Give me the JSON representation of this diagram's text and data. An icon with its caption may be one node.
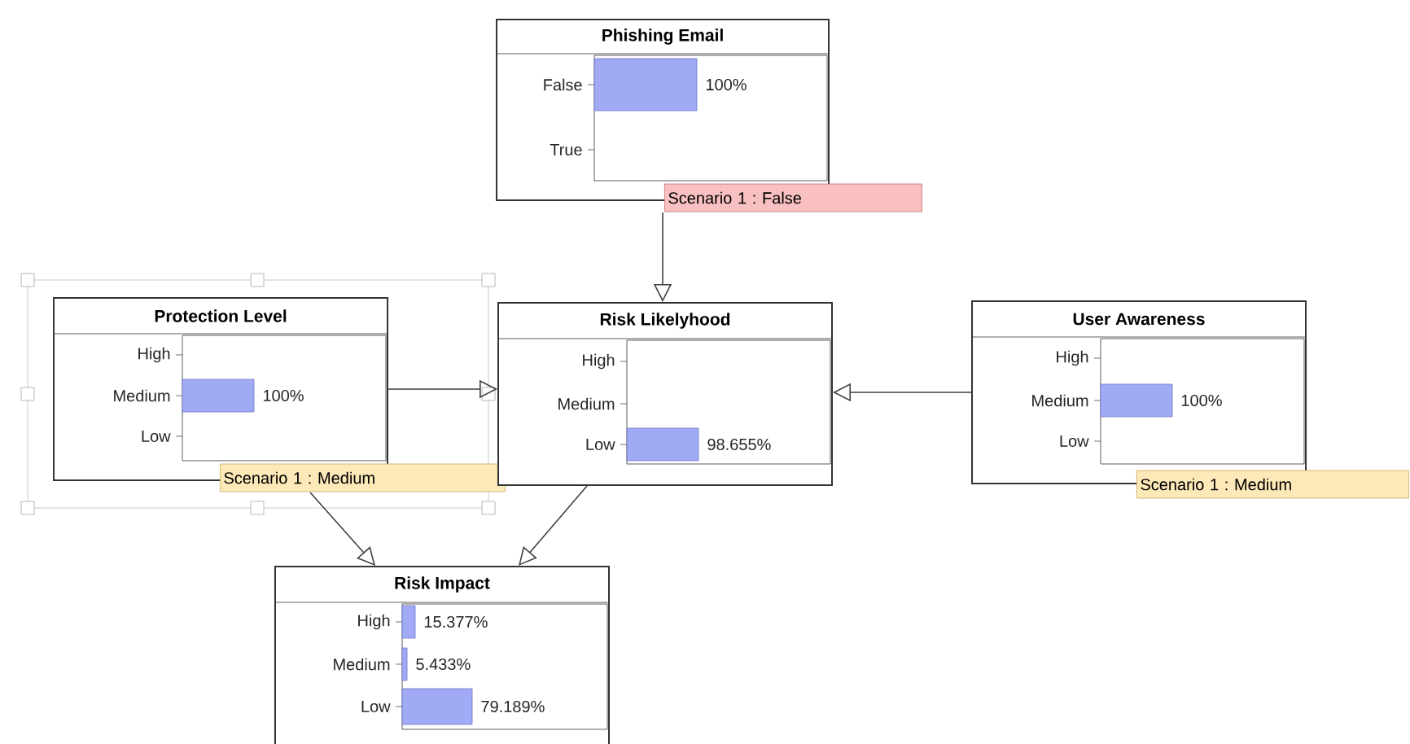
{
  "diagram": {
    "nodes": [
      {
        "text": [
          "Phishing Email",
          "False",
          "100%",
          "True",
          "Scenario 1 : False"
        ]
      },
      {
        "text": [
          "Protection Level",
          "High",
          "Medium",
          "100%",
          "Low",
          "Scenario 1 : Medium"
        ]
      },
      {
        "text": [
          "Risk Likelyhood",
          "High",
          "Medium",
          "Low",
          "98.655%"
        ]
      },
      {
        "text": [
          "User Awareness",
          "High",
          "Medium",
          "100%",
          "Low",
          "Scenario 1 : Medium"
        ]
      },
      {
        "text": [
          "Risk Impact",
          "High",
          "15.377%",
          "Medium",
          "5.433%",
          "Low",
          "79.189%"
        ]
      }
    ],
    "edges": [
      {
        "from": 0,
        "to": 2,
        "arrow": "to"
      },
      {
        "from": 1,
        "to": 2,
        "arrow": "to"
      },
      {
        "from": 3,
        "to": 2,
        "arrow": "to"
      },
      {
        "from": 1,
        "to": 4,
        "arrow": "to"
      },
      {
        "from": 2,
        "to": 4,
        "arrow": "to"
      }
    ]
  }
}
